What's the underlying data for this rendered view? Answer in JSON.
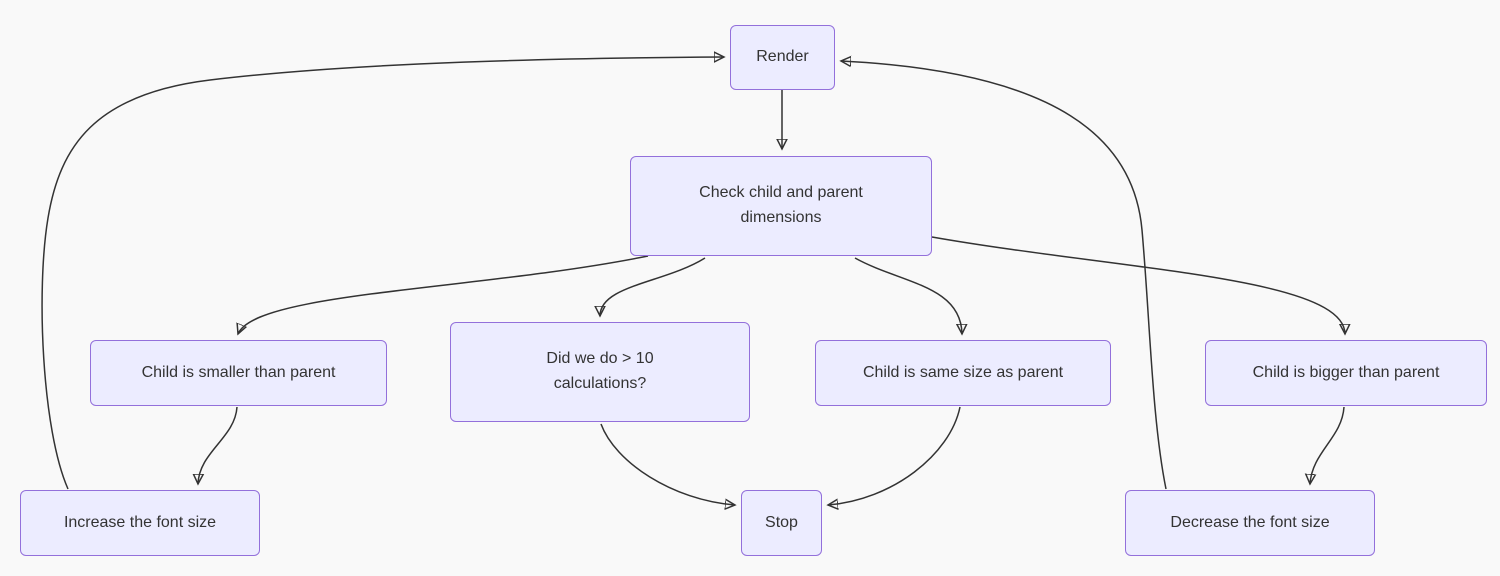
{
  "colors": {
    "background": "#f9f9f9",
    "node_fill": "#ECECFF",
    "node_border": "#9370DB",
    "text": "#333333",
    "arrow": "#333333"
  },
  "nodes": {
    "render": {
      "label": "Render"
    },
    "check_dimensions": {
      "label": "Check child and parent dimensions"
    },
    "child_smaller": {
      "label": "Child is smaller than parent"
    },
    "calculations": {
      "label": "Did we do > 10 calculations?"
    },
    "child_same": {
      "label": "Child is same size as parent"
    },
    "child_bigger": {
      "label": "Child is bigger than parent"
    },
    "increase_font": {
      "label": "Increase the font size"
    },
    "stop": {
      "label": "Stop"
    },
    "decrease_font": {
      "label": "Decrease the font size"
    }
  },
  "edges": [
    {
      "from": "Render",
      "to": "Check child and parent dimensions"
    },
    {
      "from": "Check child and parent dimensions",
      "to": "Child is smaller than parent"
    },
    {
      "from": "Check child and parent dimensions",
      "to": "Did we do > 10 calculations?"
    },
    {
      "from": "Check child and parent dimensions",
      "to": "Child is same size as parent"
    },
    {
      "from": "Check child and parent dimensions",
      "to": "Child is bigger than parent"
    },
    {
      "from": "Child is smaller than parent",
      "to": "Increase the font size"
    },
    {
      "from": "Did we do > 10 calculations?",
      "to": "Stop"
    },
    {
      "from": "Child is same size as parent",
      "to": "Stop"
    },
    {
      "from": "Child is bigger than parent",
      "to": "Decrease the font size"
    },
    {
      "from": "Increase the font size",
      "to": "Render"
    },
    {
      "from": "Decrease the font size",
      "to": "Render"
    }
  ]
}
